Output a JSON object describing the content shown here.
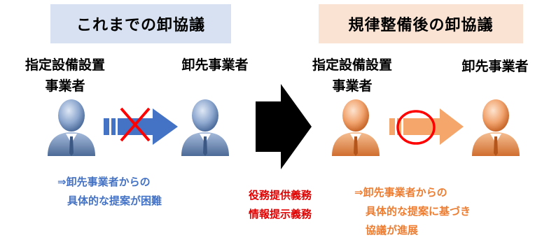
{
  "headers": {
    "before": "これまでの卸協議",
    "after": "規律整備後の卸協議"
  },
  "roles": {
    "left_line1": "指定設備設置",
    "left_line2": "事業者",
    "right": "卸先事業者",
    "left_after_line1": "指定設備設置",
    "left_after_line2": "事業者",
    "right_after": "卸先事業者"
  },
  "notes": {
    "before_line1": "⇒卸先事業者からの",
    "before_line2": "具体的な提案が困難",
    "center_line1": "役務提供義務",
    "center_line2": "情報提示義務",
    "after_line1": "⇒卸先事業者からの",
    "after_line2": "具体的な提案に基づき",
    "after_line3": "協議が進展"
  },
  "colors": {
    "before_header_bg": "#d7e1f1",
    "after_header_bg": "#fbe3d4",
    "blue": "#4472c4",
    "orange": "#ed7d31",
    "red": "#e00000"
  },
  "icons": {
    "person": "person-icon",
    "blocked": "x-mark-icon",
    "ok": "circle-icon",
    "arrow": "arrow-right-icon"
  }
}
